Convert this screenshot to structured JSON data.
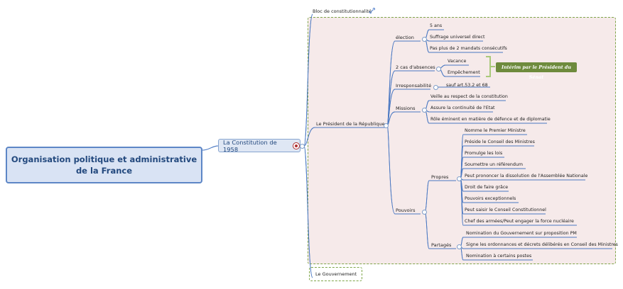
{
  "root": {
    "line1": "Organisation politique et administrative",
    "line2": "de la France"
  },
  "constitution": {
    "label": "La Constitution de 1958"
  },
  "bloc": {
    "label": "Bloc de constitutionnalité"
  },
  "president": {
    "label": "Le Président de la République"
  },
  "election": {
    "label": "élection",
    "items": [
      "5 ans",
      "Suffrage universel direct",
      "Pas plus de 2 mandats consécutifs"
    ]
  },
  "absences": {
    "label": "2 cas d'absences",
    "items": [
      "Vacance",
      "Empêchement"
    ],
    "callout": "Intérim par le Président du Sénat"
  },
  "irresponsabilite": {
    "label": "Irresponsabilité",
    "note": "sauf art.53.2 et 68"
  },
  "missions": {
    "label": "Missions",
    "items": [
      "Veille au respect de la constitution",
      "Assure la continuité de l'Etat",
      "Rôle éminent en matière de défence et de diplomatie"
    ]
  },
  "pouvoirs": {
    "label": "Pouvoirs"
  },
  "propres": {
    "label": "Propres",
    "items": [
      "Nomme le Premier Ministre",
      "Préside le Conseil des Ministres",
      "Promulge les lois",
      "Soumettre un référendum",
      "Peut prononcer la dissolution de l'Assemblée Nationale",
      "Droit de faire grâce",
      "Pouvoirs exceptionnels",
      "Peut saisir le Conseil Constitutionnel",
      "Chef des armées/Peut engager la force nucléaire"
    ]
  },
  "partages": {
    "label": "Partagés",
    "items": [
      "Nomination du Gouvernement sur proposition PM",
      "Signe les ordonnances et décrets délibérés en Conseil des Ministres",
      "Nomination à certains postes"
    ]
  },
  "gouvernement": {
    "label": "Le Gouvernement"
  },
  "colors": {
    "frame_bg": "#f6eaea",
    "frame_border": "#7fa64a",
    "line": "#4a78c2",
    "root_fill": "#d9e3f4"
  }
}
